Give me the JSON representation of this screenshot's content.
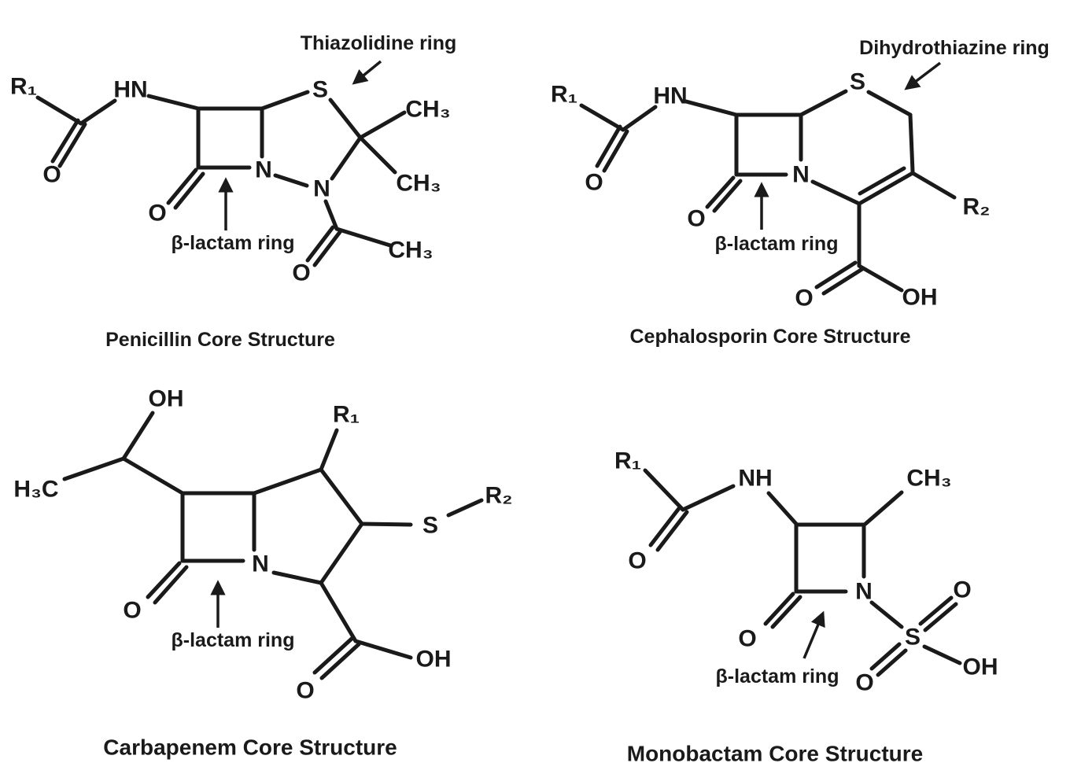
{
  "colors": {
    "background": "#ffffff",
    "bond": "#1a1a1a",
    "r1_red": "#d42a24",
    "r2_blue": "#2f7cc7"
  },
  "penicillin": {
    "caption": "Penicillin Core Structure",
    "annotations": {
      "thiazolidine": "Thiazolidine ring",
      "beta_lactam": "β-lactam ring"
    },
    "atoms": {
      "r1": "R₁",
      "hn": "HN",
      "amide_o": "O",
      "lactam_o": "O",
      "n1": "N",
      "n2": "N",
      "s": "S",
      "ch3_top": "CH₃",
      "ch3_mid": "CH₃",
      "acetyl_o": "O",
      "acetyl_ch3": "CH₃"
    }
  },
  "cephalosporin": {
    "caption": "Cephalosporin Core Structure",
    "annotations": {
      "dihydrothiazine": "Dihydrothiazine ring",
      "beta_lactam": "β-lactam ring"
    },
    "atoms": {
      "r1": "R₁",
      "hn": "HN",
      "amide_o": "O",
      "lactam_o": "O",
      "n": "N",
      "s": "S",
      "r2": "R₂",
      "cooh_o": "O",
      "cooh_oh": "OH"
    }
  },
  "carbapenem": {
    "caption": "Carbapenem Core Structure",
    "annotations": {
      "beta_lactam": "β-lactam ring"
    },
    "atoms": {
      "oh_top": "OH",
      "h3c": "H₃C",
      "r1": "R₁",
      "r2": "R₂",
      "s": "S",
      "n": "N",
      "lactam_o": "O",
      "cooh_o": "O",
      "cooh_oh": "OH"
    }
  },
  "monobactam": {
    "caption": "Monobactam Core Structure",
    "annotations": {
      "beta_lactam": "β-lactam ring"
    },
    "atoms": {
      "r1": "R₁",
      "nh": "NH",
      "ch3": "CH₃",
      "amide_o": "O",
      "lactam_o": "O",
      "n": "N",
      "s": "S",
      "so_top": "O",
      "so_bottom": "O",
      "oh": "OH"
    }
  }
}
